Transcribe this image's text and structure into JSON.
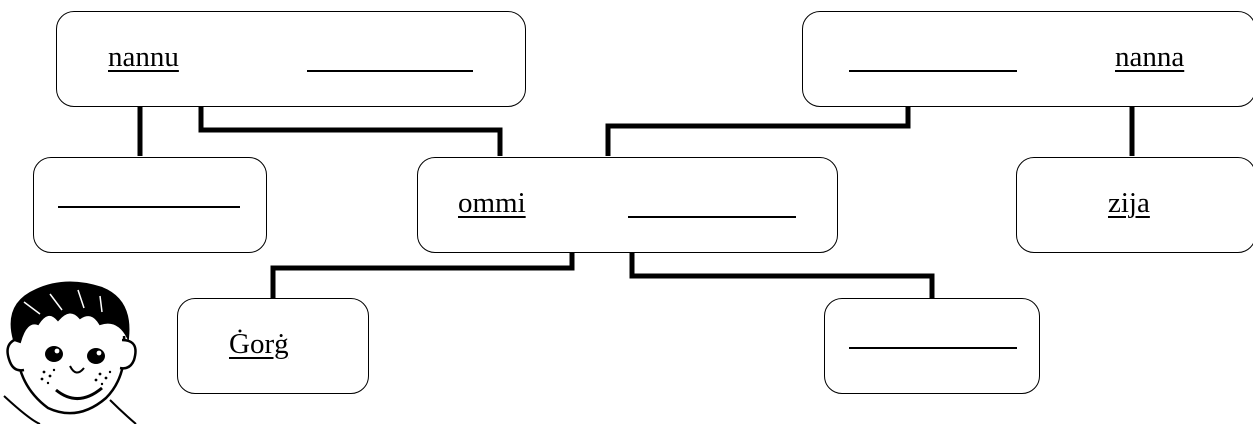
{
  "tree": {
    "grandfather": {
      "word": "nannu"
    },
    "grandmother": {
      "word": "nanna"
    },
    "mother": {
      "word": "ommi"
    },
    "uncle": {
      "word": "zija"
    },
    "child": {
      "word": "Ġorġ"
    }
  },
  "icons": {
    "child_portrait": "boy-face-icon"
  }
}
